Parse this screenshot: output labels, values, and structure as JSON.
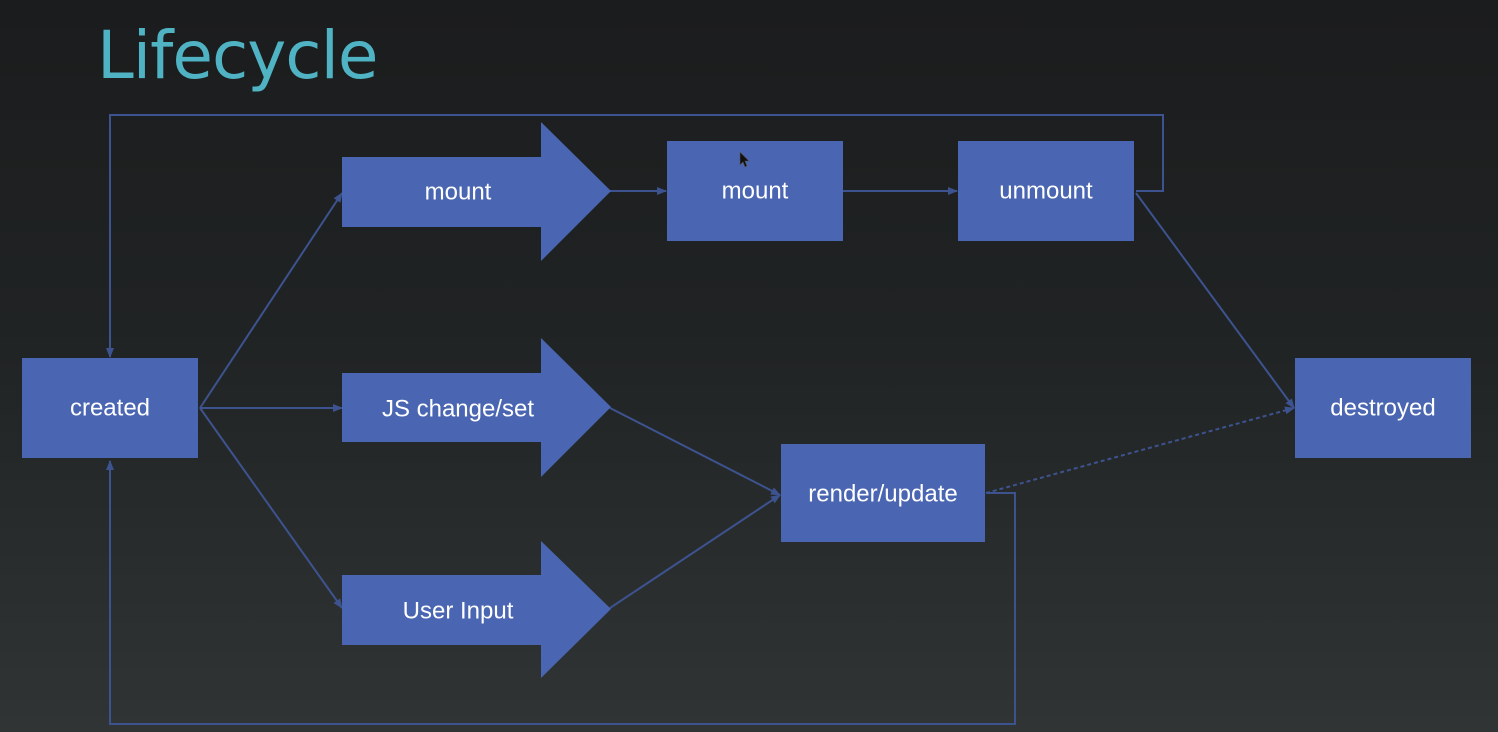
{
  "slide": {
    "title": "Lifecycle"
  },
  "colors": {
    "title": "#4fb3c4",
    "node_fill": "#4a66b2",
    "connector": "#3d538f",
    "label": "#ffffff",
    "background": "#1f2122"
  },
  "nodes": {
    "created": "created",
    "mount_arrow": "mount",
    "mount_box": "mount",
    "unmount": "unmount",
    "destroyed": "destroyed",
    "js_change_set": "JS change/set",
    "render_update": "render/update",
    "user_input": "User Input"
  }
}
